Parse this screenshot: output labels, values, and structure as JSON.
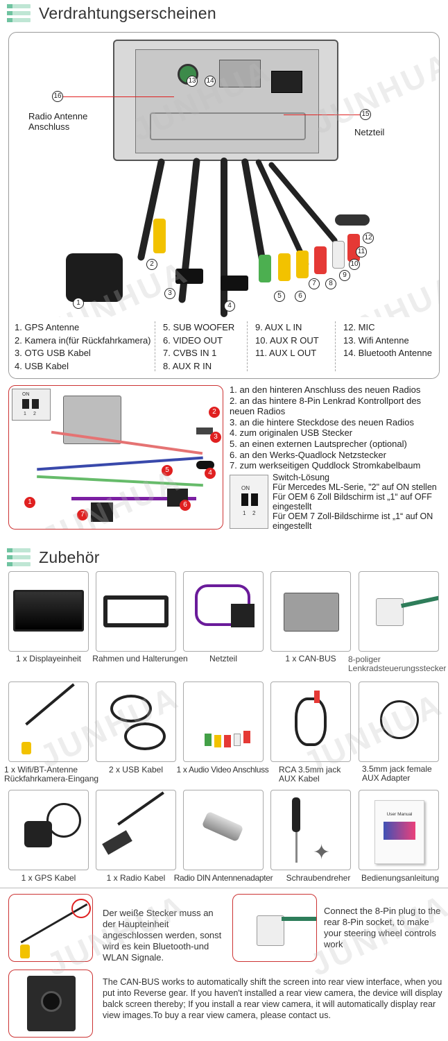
{
  "wiring": {
    "title": "Verdrahtungserscheinen",
    "callouts": {
      "radio_antenna": "Radio Antenne\nAnschluss",
      "power": "Netzteil",
      "n16": "16",
      "n13": "13",
      "n14": "14",
      "n15": "15",
      "bottom_nums": [
        "1",
        "2",
        "3",
        "4",
        "5",
        "6",
        "7",
        "8",
        "9",
        "10",
        "11",
        "12"
      ]
    },
    "legend_col1": [
      "1. GPS Antenne",
      "2. Kamera in(für Rückfahrkamera)",
      "3. OTG USB Kabel",
      "4. USB Kabel"
    ],
    "legend_col2": [
      "5. SUB WOOFER",
      "6. VIDEO OUT",
      "7. CVBS IN 1",
      "8. AUX R IN"
    ],
    "legend_col3": [
      "9. AUX L IN",
      "10. AUX R OUT",
      "11. AUX L OUT"
    ],
    "legend_col4": [
      "12. MIC",
      "13. Wifi Antenne",
      "14. Bluetooth Antenne"
    ]
  },
  "canbus": {
    "list": [
      "1. an den hinteren Anschluss des neuen Radios",
      "2. an das hintere 8-Pin Lenkrad Kontrollport des neuen Radios",
      "3. an die hintere Steckdose des neuen Radios",
      "4. zum originalen USB Stecker",
      "5. an einen externen Lautsprecher (optional)",
      "6. an den Werks-Quadlock Netzstecker",
      "7. zum werkseitigen Quddlock Stromkabelbaum"
    ],
    "switch_title": "Switch-Lösung",
    "switch_lines": [
      "Für Mercedes ML-Serie, \"2\" auf ON stellen",
      "Für OEM 6 Zoll Bildschirm ist „1“ auf OFF eingestellt",
      "Für OEM 7 Zoll-Bildschirme ist „1“ auf ON eingestellt"
    ],
    "switch_labels": {
      "on": "ON",
      "one": "1",
      "two": "2"
    },
    "diagram_nums": [
      "1",
      "2",
      "3",
      "4",
      "5",
      "6",
      "7"
    ]
  },
  "accessories": {
    "title": "Zubehör",
    "items": [
      "1 x Displayeinheit",
      "Rahmen und Halterungen",
      "Netzteil",
      "1 x CAN-BUS",
      "8-poliger Lenkradsteuerungsstecker",
      "1 x Wifi/BT-Antenne\nRückfahrkamera-Eingang",
      "2 x USB Kabel",
      "1 x Audio Video Anschluss",
      "RCA 3.5mm jack\nAUX Kabel",
      "3.5mm jack female\nAUX Adapter",
      "1 x GPS Kabel",
      "1 x Radio Kabel",
      "Radio DIN Antennenadapter",
      "Schraubendreher",
      "Bedienungsanleitung"
    ],
    "manual_label": "User Manual"
  },
  "notes": {
    "white_plug": "Der weiße Stecker muss an der Haupteinheit angeschlossen werden, sonst wird es kein Bluetooth-und WLAN Signale.",
    "eight_pin": "Connect the 8-Pin plug to the rear 8-Pin socket, to make your steering wheel controls work",
    "canbus_camera": "The CAN-BUS works to automatically shift the screen into rear view interface, when you put into Reverse gear. If you haven't installed a rear view camera, the device will display balck screen thereby; If you install a rear view camera, it will automatically display rear view images.To buy a rear view camera, please contact us."
  },
  "watermark": "JUNHUA",
  "colors": {
    "accent_red": "#e02020",
    "icon_green": "#6fc3a0",
    "icon_light": "#bfe6d4"
  }
}
